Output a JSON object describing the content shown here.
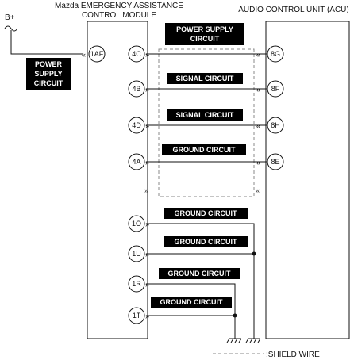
{
  "title": {
    "module_line1": "Mazda EMERGENCY ASSISTANCE",
    "module_line2": "CONTROL MODULE",
    "acu": "AUDIO CONTROL UNIT (ACU)"
  },
  "power_source": "B+",
  "left_power_box": [
    "POWER",
    "SUPPLY",
    "CIRCUIT"
  ],
  "pins": {
    "p1AF": "1AF",
    "p4C": "4C",
    "p4B": "4B",
    "p4D": "4D",
    "p4A": "4A",
    "p1O": "1O",
    "p1U": "1U",
    "p1R": "1R",
    "p1T": "1T",
    "p8G": "8G",
    "p8F": "8F",
    "p8H": "8H",
    "p8E": "8E"
  },
  "circuits": {
    "power_line1": "POWER SUPPLY",
    "power_line2": "CIRCUIT",
    "signal_1": "SIGNAL CIRCUIT",
    "signal_2": "SIGNAL CIRCUIT",
    "ground_4A": "GROUND CIRCUIT",
    "ground_1O": "GROUND CIRCUIT",
    "ground_1U": "GROUND CIRCUIT",
    "ground_1R": "GROUND CIRCUIT",
    "ground_1T": "GROUND CIRCUIT"
  },
  "legend": ":SHIELD WIRE",
  "colors": {
    "line": "#111111",
    "box": "#000000",
    "background": "#ffffff"
  }
}
